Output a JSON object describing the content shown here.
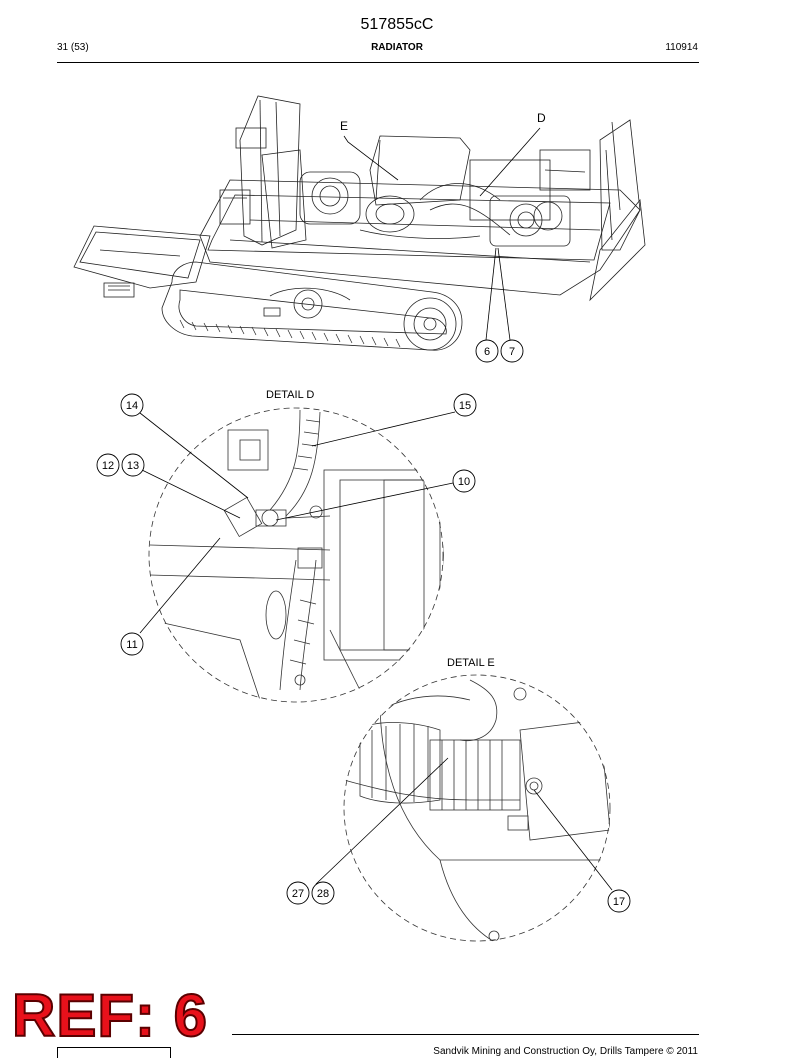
{
  "header": {
    "doc_number": "517855cC",
    "page": "31 (53)",
    "section": "RADIATOR",
    "code": "110914"
  },
  "overview": {
    "detail_letters": [
      "D",
      "E"
    ],
    "callouts": [
      "6",
      "7"
    ]
  },
  "detail_d": {
    "title": "DETAIL D",
    "callouts": [
      "14",
      "15",
      "12",
      "13",
      "10",
      "11"
    ]
  },
  "detail_e": {
    "title": "DETAIL E",
    "callouts": [
      "27",
      "28",
      "17"
    ]
  },
  "stamp": "REF: 6",
  "footer": "Sandvik Mining and Construction Oy, Drills Tampere © 2011"
}
